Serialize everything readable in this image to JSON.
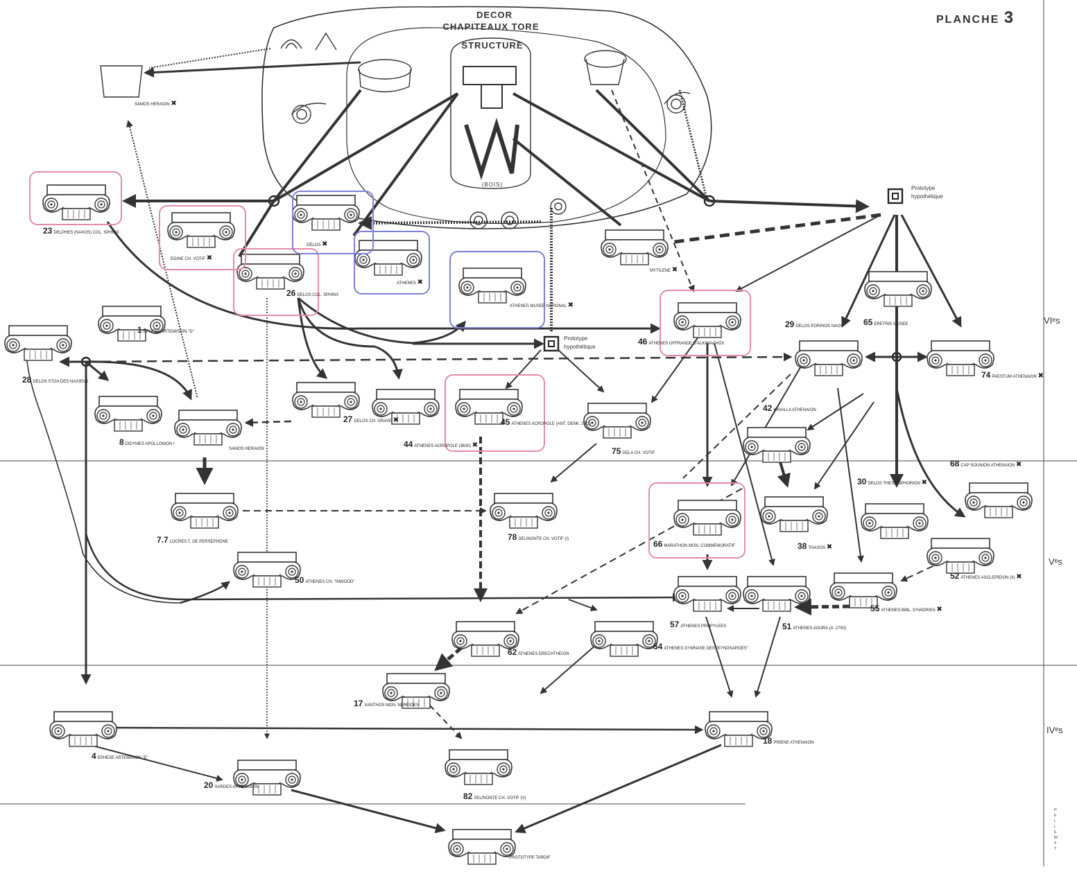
{
  "plate": {
    "word": "PLANCHE",
    "number": "3"
  },
  "header": {
    "decor": "DECOR",
    "chapiteaux": "CHAPITEAUX TORE",
    "structure": "STRUCTURE",
    "bois": "(BOIS)"
  },
  "prototypes": [
    {
      "line1": "Prototype",
      "line2": "hypothétique"
    },
    {
      "line1": "Prototype",
      "line2": "hypothétique"
    }
  ],
  "eras": [
    "VIᵉs",
    "Vᵉs",
    "IVᵉs",
    "HELLENIST"
  ],
  "capitals": [
    {
      "num": "",
      "text": "SAMOS HERAION",
      "mark": "x"
    },
    {
      "num": "23",
      "text": "DELPHES (NAXOS) COL. SPHINX"
    },
    {
      "num": "",
      "text": "EGINE CH. VOTIF",
      "mark": "x"
    },
    {
      "num": "",
      "text": "DELOS",
      "mark": "x"
    },
    {
      "num": "26",
      "text": "DELOS COL. SPHINX"
    },
    {
      "num": "",
      "text": "ATHENES",
      "mark": "x"
    },
    {
      "num": "",
      "text": "ATHENES Musee National",
      "mark": "x"
    },
    {
      "num": "",
      "text": "MYTILENE",
      "mark": "x"
    },
    {
      "num": "1",
      "text": "EPHESE ARTEMISION \"D\""
    },
    {
      "num": "28",
      "text": "DELOS STOA des NAXIENS"
    },
    {
      "num": "8",
      "text": "DIDYMES APOLLONION I"
    },
    {
      "num": "",
      "text": "SAMOS HERAION"
    },
    {
      "num": "27",
      "text": "DELOS CH. GRAVE",
      "mark": "x"
    },
    {
      "num": "44",
      "text": "ATHENES Acropole (3635)",
      "mark": "x"
    },
    {
      "num": "45",
      "text": "ATHENES Acropole (Ant. Denk. 29/2)"
    },
    {
      "num": "75",
      "text": "GELA CH. VOTIF"
    },
    {
      "num": "46",
      "text": "ATHENES Offrande d'ALKIMACHOS"
    },
    {
      "num": "29",
      "text": "DELOS PORINOS NAOS"
    },
    {
      "num": "65",
      "text": "ERETRIE Musee"
    },
    {
      "num": "74",
      "text": "PAESTUM ATHENAION",
      "mark": "x"
    },
    {
      "num": "42",
      "text": "KAVALLA ATHENAION"
    },
    {
      "num": "7.7",
      "text": "LOCRES T. de PERSEPHONE"
    },
    {
      "num": "78",
      "text": "SELINONTE Ch. VOTIF (I)"
    },
    {
      "num": "50",
      "text": "ATHENES Ch. \"INWOOD\""
    },
    {
      "num": "66",
      "text": "MARATHON MON. COMMEMORATIF"
    },
    {
      "num": "38",
      "text": "THASOS",
      "mark": "x"
    },
    {
      "num": "30",
      "text": "DELOS THESMOPHORION",
      "mark": "x"
    },
    {
      "num": "68",
      "text": "CAP SOUNION ATHENAION",
      "mark": "x"
    },
    {
      "num": "52",
      "text": "ATHENES ASCLEPIEION (II)",
      "mark": "x"
    },
    {
      "num": "55",
      "text": "ATHENES Bibl. d'Hadrien",
      "mark": "x"
    },
    {
      "num": "51",
      "text": "ATHENES Agora (A. 2792)"
    },
    {
      "num": "57",
      "text": "ATHENES PROPYLEES"
    },
    {
      "num": "62",
      "text": "ATHENES ERECHTHEION"
    },
    {
      "num": "54",
      "text": "ATHENES GYMNASE des \"KYNOSARGES\""
    },
    {
      "num": "17",
      "text": "XANTHOS MON. NEREIDES"
    },
    {
      "num": "4",
      "text": "EPHESE ARTEMISION \"E\""
    },
    {
      "num": "20",
      "text": "SARDES ARTEMISION"
    },
    {
      "num": "82",
      "text": "SELINONTE CH. VOTIF (V)"
    },
    {
      "num": "18",
      "text": "PRIENE ATHENAION"
    },
    {
      "num": "",
      "text": "PROTOTYPE TARDIF"
    }
  ]
}
